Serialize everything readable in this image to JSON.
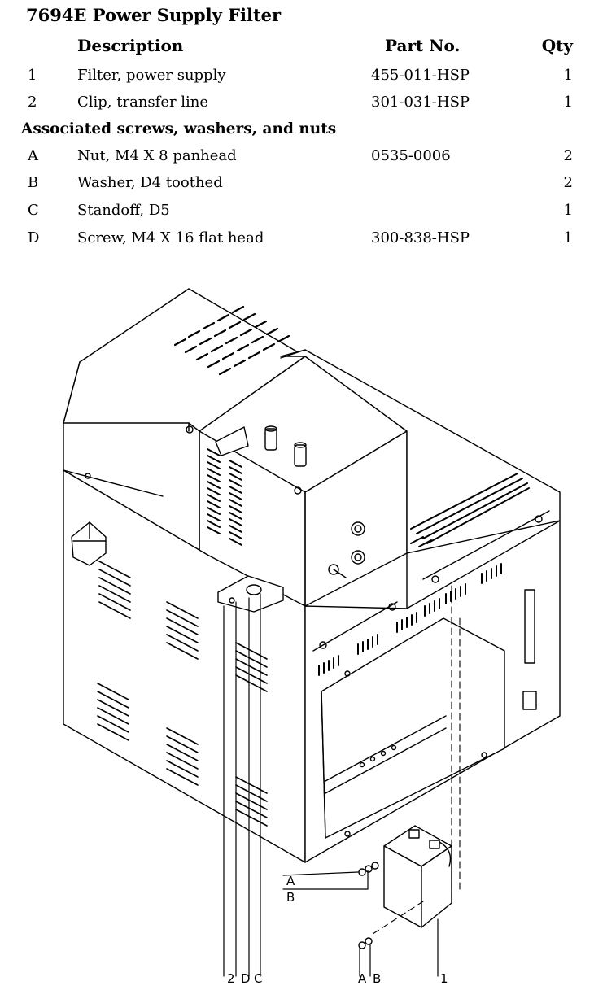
{
  "title": "7694E Power Supply Filter",
  "table": {
    "headers": {
      "description": "Description",
      "part_no": "Part No.",
      "qty": "Qty"
    },
    "rows": [
      {
        "index": "1",
        "description": "Filter, power supply",
        "part_no": "455-011-HSP",
        "qty": "1"
      },
      {
        "index": "2",
        "description": "Clip, transfer line",
        "part_no": "301-031-HSP",
        "qty": "1"
      }
    ],
    "section_title": "Associated screws, washers, and nuts",
    "section_rows": [
      {
        "index": "A",
        "description": "Nut, M4 X 8 panhead",
        "part_no": "0535-0006",
        "qty": "2"
      },
      {
        "index": "B",
        "description": "Washer, D4 toothed",
        "part_no": "",
        "qty": "2"
      },
      {
        "index": "C",
        "description": "Standoff, D5",
        "part_no": "",
        "qty": "1"
      },
      {
        "index": "D",
        "description": "Screw, M4 X 16 flat head",
        "part_no": "300-838-HSP",
        "qty": "1"
      }
    ]
  },
  "callouts": {
    "a_side": "A",
    "b_side": "B",
    "two": "2",
    "d": "D",
    "c": "C",
    "a_bottom": "A",
    "b_bottom": "B",
    "one": "1"
  }
}
